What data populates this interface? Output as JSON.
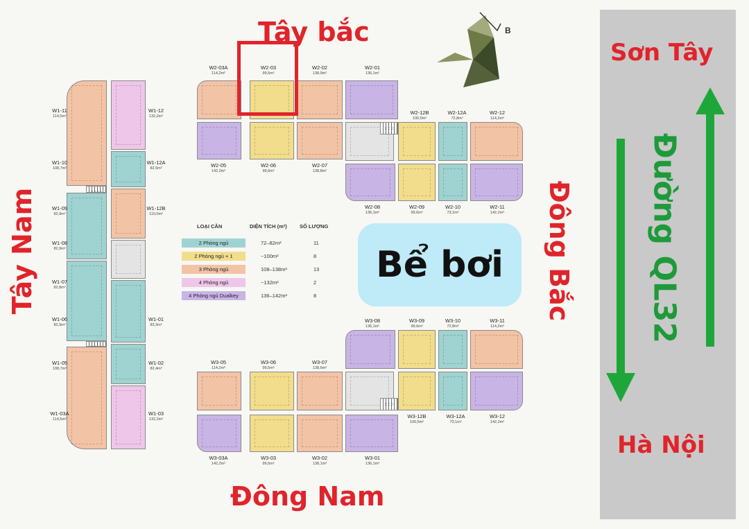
{
  "directions": {
    "north_west": "Tây bắc",
    "south_west": "Tây Nam",
    "north_east": "Đông Bắc",
    "south_east": "Đông Nam"
  },
  "road": {
    "name": "Đường QL32",
    "top_destination": "Sơn Tây",
    "bottom_destination": "Hà Nội"
  },
  "compass_label": "B",
  "pool_label": "Bể bơi",
  "legend": {
    "headers": {
      "type": "LOẠI CĂN",
      "area": "DIỆN TÍCH (m²)",
      "count": "SỐ LƯỢNG"
    },
    "rows": [
      {
        "type": "2 Phòng ngủ",
        "area": "72–82m²",
        "count": "11",
        "color": "#9fd3d1"
      },
      {
        "type": "2 Phòng ngủ + 1",
        "area": "~100m²",
        "count": "8",
        "color": "#f2dd8c"
      },
      {
        "type": "3 Phòng ngủ",
        "area": "108–138m²",
        "count": "13",
        "color": "#f3c3a6"
      },
      {
        "type": "4 Phòng ngủ",
        "area": "~132m²",
        "count": "2",
        "color": "#eec6ea"
      },
      {
        "type": "4 Phòng ngủ Dualkey",
        "area": "136–142m²",
        "count": "8",
        "color": "#c8b5e6"
      }
    ]
  },
  "units": {
    "w1_11": {
      "code": "W1-11",
      "area": "114,5m²"
    },
    "w1_12": {
      "code": "W1-12",
      "area": "132,2m²"
    },
    "w1_10": {
      "code": "W1-10",
      "area": "108,7m²"
    },
    "w1_12a": {
      "code": "W1-12A",
      "area": "82,5m²"
    },
    "w1_09": {
      "code": "W1-09",
      "area": "82,9m²"
    },
    "w1_12b": {
      "code": "W1-12B",
      "area": "110,0m²"
    },
    "w1_08": {
      "code": "W1-08",
      "area": "82,9m²"
    },
    "w1_07": {
      "code": "W1-07",
      "area": "82,8m²"
    },
    "w1_06": {
      "code": "W1-06",
      "area": "82,9m²"
    },
    "w1_01": {
      "code": "W1-01",
      "area": "83,3m²"
    },
    "w1_05": {
      "code": "W1-05",
      "area": "108,7m²"
    },
    "w1_02": {
      "code": "W1-02",
      "area": "82,4m²"
    },
    "w1_03a": {
      "code": "W1-03A",
      "area": "114,5m²"
    },
    "w1_03": {
      "code": "W1-03",
      "area": "132,2m²"
    },
    "w2_03a": {
      "code": "W2-03A",
      "area": "114,2m²"
    },
    "w2_03": {
      "code": "W2-03",
      "area": "99,5m²"
    },
    "w2_02": {
      "code": "W2-02",
      "area": "138,9m²"
    },
    "w2_01": {
      "code": "W2-01",
      "area": "136,1m²"
    },
    "w2_12b": {
      "code": "W2-12B",
      "area": "100,5m²"
    },
    "w2_12a": {
      "code": "W2-12A",
      "area": "72,8m²"
    },
    "w2_12": {
      "code": "W2-12",
      "area": "114,2m²"
    },
    "w2_05": {
      "code": "W2-05",
      "area": "142,2m²"
    },
    "w2_06": {
      "code": "W2-06",
      "area": "99,6m²"
    },
    "w2_07": {
      "code": "W2-07",
      "area": "138,8m²"
    },
    "w2_08": {
      "code": "W2-08",
      "area": "136,1m²"
    },
    "w2_09": {
      "code": "W2-09",
      "area": "99,6m²"
    },
    "w2_10": {
      "code": "W2-10",
      "area": "73,1m²"
    },
    "w2_11": {
      "code": "W2-11",
      "area": "142,2m²"
    },
    "w3_08": {
      "code": "W3-08",
      "area": "136,1m²"
    },
    "w3_09": {
      "code": "W3-09",
      "area": "99,6m²"
    },
    "w3_10": {
      "code": "W3-10",
      "area": "72,8m²"
    },
    "w3_11": {
      "code": "W3-11",
      "area": "114,2m²"
    },
    "w3_05": {
      "code": "W3-05",
      "area": "114,2m²"
    },
    "w3_06": {
      "code": "W3-06",
      "area": "99,5m²"
    },
    "w3_07": {
      "code": "W3-07",
      "area": "138,6m²"
    },
    "w3_12b": {
      "code": "W3-12B",
      "area": "100,5m²"
    },
    "w3_12a": {
      "code": "W3-12A",
      "area": "73,1m²"
    },
    "w3_12": {
      "code": "W3-12",
      "area": "142,2m²"
    },
    "w3_03a": {
      "code": "W3-03A",
      "area": "142,2m²"
    },
    "w3_03": {
      "code": "W3-03",
      "area": "99,6m²"
    },
    "w3_02": {
      "code": "W3-02",
      "area": "138,1m²"
    },
    "w3_01": {
      "code": "W3-01",
      "area": "136,1m²"
    }
  },
  "highlighted_unit": "W2-03"
}
